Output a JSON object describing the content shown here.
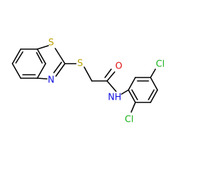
{
  "molecule": {
    "atoms": {
      "S_ring": "S",
      "N_ring": "N",
      "S_thio": "S",
      "O": "O",
      "NH": "NH",
      "Cl_top": "Cl",
      "Cl_bottom": "Cl"
    }
  },
  "colors": {
    "bond": "#000000",
    "S": "#b8a000",
    "N": "#1010e0",
    "O": "#e01010",
    "Cl": "#18b018"
  }
}
